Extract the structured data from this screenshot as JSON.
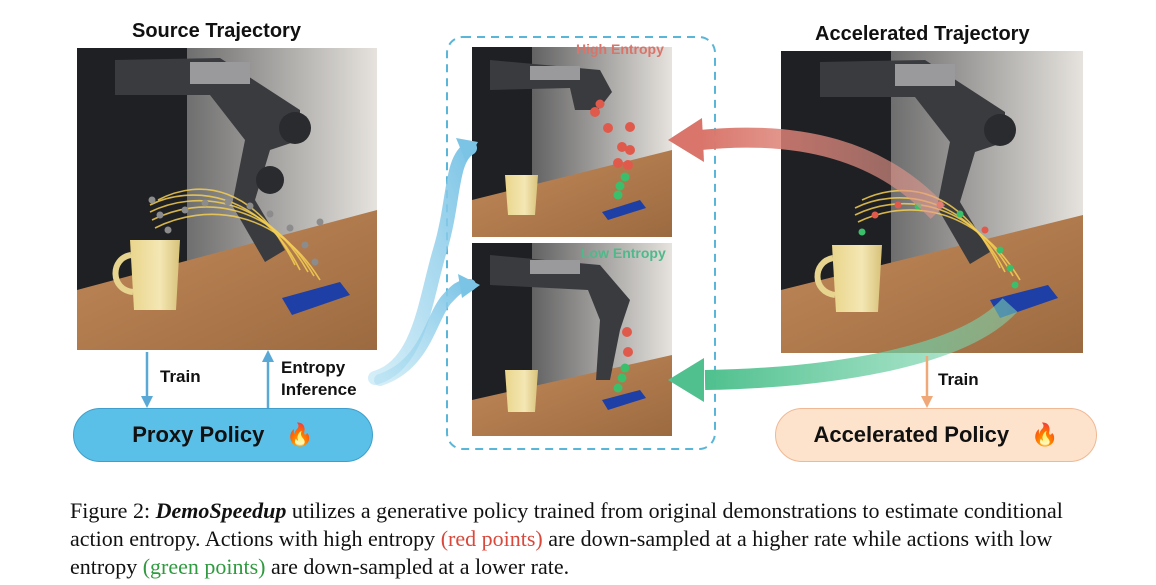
{
  "panels": {
    "source_title": "Source Trajectory",
    "accelerated_title": "Accelerated Trajectory",
    "high_entropy": "High Entropy",
    "low_entropy": "Low Entropy"
  },
  "labels": {
    "train_left": "Train",
    "entropy_line1": "Entropy",
    "entropy_line2": "Inference",
    "train_right": "Train"
  },
  "boxes": {
    "proxy_policy": "Proxy Policy",
    "accelerated_policy": "Accelerated Policy",
    "flame_glyph": "🔥"
  },
  "caption": {
    "prefix": "Figure 2: ",
    "method": "DemoSpeedup",
    "part1": " utilizes a generative policy trained from original demonstrations to estimate conditional action entropy. Actions with high entropy ",
    "red": "(red points)",
    "part2": " are down-sampled at a higher rate while actions with low entropy ",
    "green": "(green points)",
    "part3": " are down-sampled at a lower rate."
  },
  "colors": {
    "proxy_fill": "#5bc0e8",
    "accel_fill": "#fde3cc",
    "high_entropy_text": "#d9746a",
    "low_entropy_text": "#4fb98a",
    "train_arrow_left": "#5aa8d6",
    "train_arrow_right": "#f0a878",
    "red_arrow": "#e08a7e",
    "green_arrow": "#5cc79a",
    "blue_arrow": "#8ccbe8",
    "dashed_box": "#5ab6d8"
  }
}
